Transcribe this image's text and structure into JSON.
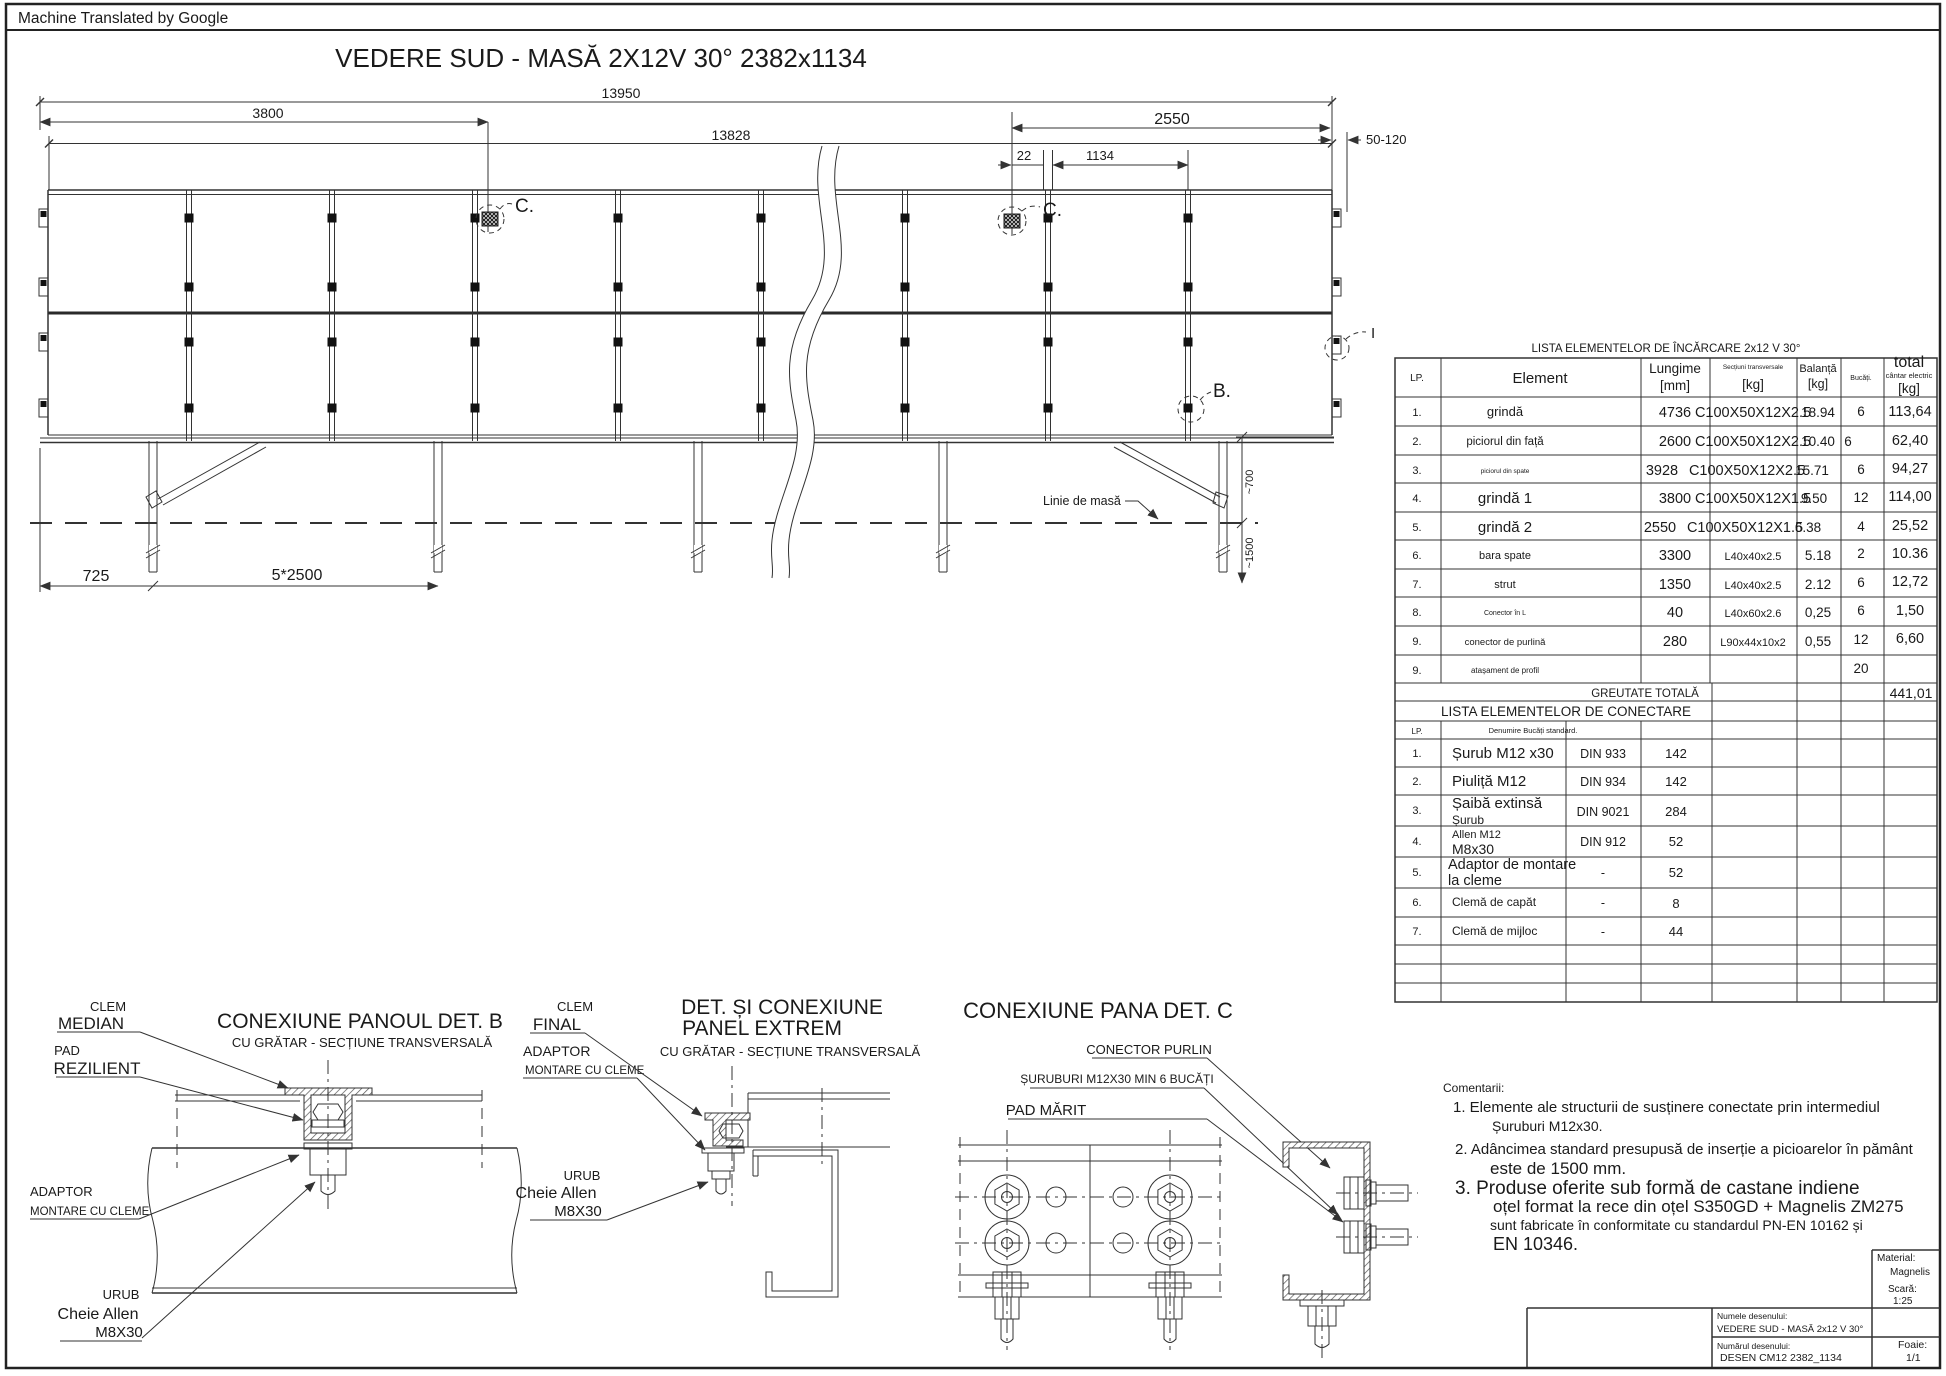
{
  "watermark": "Machine Translated by Google",
  "title": "VEDERE SUD - MASĂ 2X12V 30° 2382x1134",
  "drawing": {
    "dim_13950": "13950",
    "dim_3800": "3800",
    "dim_13828": "13828",
    "dim_2550": "2550",
    "dim_50_120": "50-120",
    "dim_22": "22",
    "dim_1134": "1134",
    "dim_725": "725",
    "dim_5x2500": "5*2500",
    "dim_700": "~700",
    "dim_1500": "~1500",
    "label_c1": "C.",
    "label_c2": "C.",
    "label_b": "B.",
    "label_i": "I",
    "ground_label": "Linie de masă"
  },
  "load_table": {
    "title": "LISTA ELEMENTELOR DE ÎNCĂRCARE 2x12 V 30°",
    "col_lp": "LP.",
    "col_element": "Element",
    "col_lungime_1": "Lungime",
    "col_lungime_2": "[mm]",
    "col_sect_1": "Secțiuni transversale",
    "col_sect_2": "[kg]",
    "col_bal_1": "Balanță",
    "col_bal_2": "[kg]",
    "col_buc": "Bucăți.",
    "col_total_1": "total",
    "col_total_2": "cântar electric",
    "col_total_3": "[kg]",
    "rows": [
      {
        "lp": "1.",
        "element": "grindă",
        "lungime": "4736",
        "sect": "C100X50X12X2.5",
        "bal": "18.94",
        "buc": "6",
        "total": "113,64"
      },
      {
        "lp": "2.",
        "element": "piciorul din față",
        "lungime": "2600",
        "sect": "C100X50X12X2.5",
        "bal": "10.40",
        "buc": "6",
        "total": "62,40"
      },
      {
        "lp": "3.",
        "element": "piciorul din spate",
        "lungime": "3928",
        "sect": "C100X50X12X2.5",
        "bal": "15.71",
        "buc": "6",
        "total": "94,27"
      },
      {
        "lp": "4.",
        "element": "grindă 1",
        "lungime": "3800",
        "sect": "C100X50X12X1.5",
        "bal": "9.50",
        "buc": "12",
        "total": "114,00"
      },
      {
        "lp": "5.",
        "element": "grindă 2",
        "lungime": "2550",
        "sect": "C100X50X12X1.5",
        "bal": "6.38",
        "buc": "4",
        "total": "25,52"
      },
      {
        "lp": "6.",
        "element": "bara spate",
        "lungime": "3300",
        "sect": "L40x40x2.5",
        "bal": "5.18",
        "buc": "2",
        "total": "10.36"
      },
      {
        "lp": "7.",
        "element": "strut",
        "lungime": "1350",
        "sect": "L40x40x2.5",
        "bal": "2.12",
        "buc": "6",
        "total": "12,72"
      },
      {
        "lp": "8.",
        "element": "Conector în L",
        "lungime": "40",
        "sect": "L40x60x2.6",
        "bal": "0,25",
        "buc": "6",
        "total": "1,50"
      },
      {
        "lp": "9.",
        "element": "conector de purlină",
        "lungime": "280",
        "sect": "L90x44x10x2",
        "bal": "0,55",
        "buc": "12",
        "total": "6,60"
      },
      {
        "lp": "9.",
        "element": "atașament de profil",
        "lungime": "",
        "sect": "",
        "bal": "",
        "buc": "20",
        "total": ""
      }
    ],
    "total_label": "GREUTATE TOTALĂ",
    "total_value": "441,01"
  },
  "connect_table": {
    "title": "LISTA ELEMENTELOR DE CONECTARE",
    "col_lp": "LP.",
    "col_name": "Denumire Bucăți standard.",
    "rows": [
      {
        "lp": "1.",
        "name": "Șurub M12 x30",
        "name2": "",
        "din": "DIN 933",
        "qty": "142"
      },
      {
        "lp": "2.",
        "name": "Piuliță M12",
        "name2": "",
        "din": "DIN 934",
        "qty": "142"
      },
      {
        "lp": "3.",
        "name": "Șaibă extinsă",
        "name2": "Șurub",
        "din": "DIN 9021",
        "qty": "284"
      },
      {
        "lp": "4.",
        "name": "Allen M12",
        "name2": "M8x30",
        "din": "DIN 912",
        "qty": "52"
      },
      {
        "lp": "5.",
        "name": "Adaptor de montare",
        "name2": "la cleme",
        "din": "-",
        "qty": "52"
      },
      {
        "lp": "6.",
        "name": "Clemă de capăt",
        "name2": "",
        "din": "-",
        "qty": "8"
      },
      {
        "lp": "7.",
        "name": "Clemă de mijloc",
        "name2": "",
        "din": "-",
        "qty": "44"
      }
    ]
  },
  "detail_b": {
    "label_clem_1": "CLEM",
    "label_clem_2": "MEDIAN",
    "label_pad_1": "PAD",
    "label_pad_2": "REZILIENT",
    "title": "CONEXIUNE PANOUL DET. B",
    "subtitle": "CU GRĂTAR - SECȚIUNE TRANSVERSALĂ",
    "label_adaptor_1": "ADAPTOR",
    "label_adaptor_2": "MONTARE CU CLEME",
    "label_urub_1": "URUB",
    "label_urub_2": "Cheie Allen",
    "label_urub_3": "M8X30"
  },
  "detail_e": {
    "label_clem_1": "CLEM",
    "label_clem_2": "FINAL",
    "label_adaptor_1": "ADAPTOR",
    "label_adaptor_2": "MONTARE CU CLEME",
    "title_1": "DET. ȘI CONEXIUNE",
    "title_2": "PANEL EXTREM",
    "subtitle": "CU GRĂTAR - SECȚIUNE TRANSVERSALĂ",
    "label_urub_1": "URUB",
    "label_urub_2": "Cheie Allen",
    "label_urub_3": "M8X30"
  },
  "detail_c": {
    "title": "CONEXIUNE PANA DET. C",
    "label_conector": "CONECTOR PURLIN",
    "label_suruburi": "ȘURUBURI M12X30 MIN 6 BUCĂȚI",
    "label_pad": "PAD MĂRIT"
  },
  "comments": {
    "heading": "Comentarii:",
    "c1a": "1. Elemente ale structurii de susținere conectate prin intermediul",
    "c1b": "Șuruburi M12x30.",
    "c2a": "2. Adâncimea standard presupusă de inserție a picioarelor în pământ",
    "c2b": "este de 1500 mm.",
    "c3a": "3. Produse oferite sub formă de castane indiene",
    "c3b": "oțel format la rece din oțel S350GD + Magnelis ZM275",
    "c3c": "sunt fabricate în conformitate cu standardul PN-EN 10162 și",
    "c3d": "EN 10346."
  },
  "title_block": {
    "material_label": "Material:",
    "material_value": "Magnelis",
    "scale_label": "Scară:",
    "scale_value": "1:25",
    "name_label": "Numele desenului:",
    "name_value": "VEDERE SUD - MASĂ 2x12 V 30°",
    "number_label": "Numărul desenului:",
    "number_value": "DESEN CM12 2382_1134",
    "sheet_label": "Foaie:",
    "sheet_value": "1/1"
  }
}
